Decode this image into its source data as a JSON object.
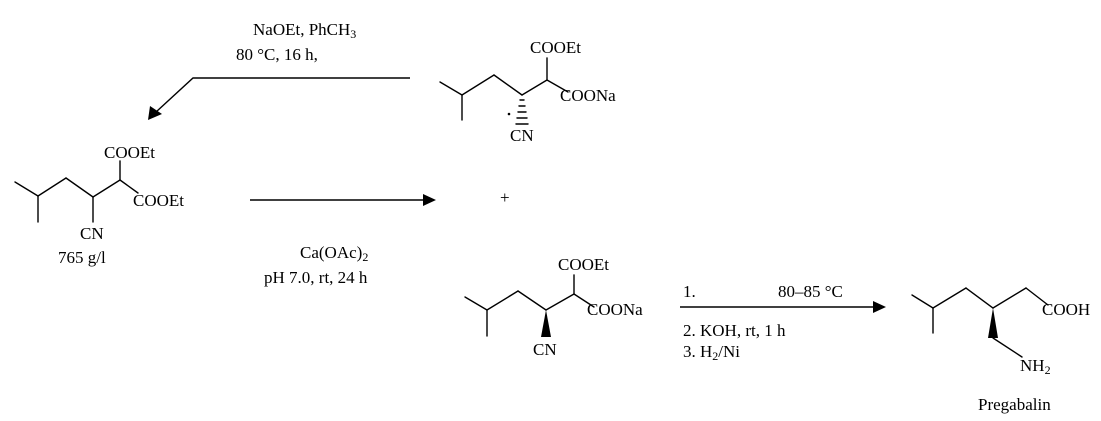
{
  "reaction_top": {
    "reagent_line1_a": "NaOEt, PhCH",
    "reagent_line1_sub": "3",
    "reagent_line2": "80 °C, 16 h,"
  },
  "compound_top": {
    "g1": "COOEt",
    "g2": "COONa",
    "g3": "CN"
  },
  "compound_left": {
    "g1": "COOEt",
    "g2": "COOEt",
    "g3": "CN",
    "concentration": "765 g/l"
  },
  "reaction_middle": {
    "reagent_line1_a": "Ca(OAc)",
    "reagent_line1_sub": "2",
    "reagent_line2": "pH 7.0, rt, 24 h",
    "plus_sign": "+"
  },
  "compound_bottom": {
    "g1": "COOEt",
    "g2": "COONa",
    "g3": "CN"
  },
  "reaction_final": {
    "step1_num": "1.",
    "step1_cond": "80–85 °C",
    "step2": "2. KOH, rt, 1 h",
    "step3_a": "3. H",
    "step3_sub": "2",
    "step3_b": "/Ni"
  },
  "product": {
    "g1": "COOH",
    "g2_a": "NH",
    "g2_sub": "2",
    "name": "Pregabalin"
  }
}
